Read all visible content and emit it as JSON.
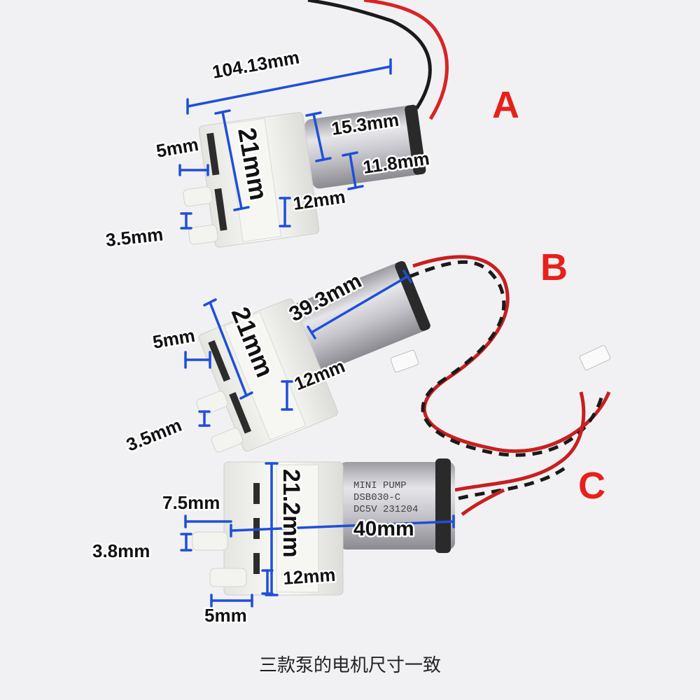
{
  "colors": {
    "dimension_line": "#1e4fd8",
    "label_letter": "#e8201a",
    "background": "#f1f1f3"
  },
  "pumps": {
    "A": {
      "letter": "A",
      "total_length": "104.13mm",
      "height": "21mm",
      "motor_diameter": "15.3mm",
      "motor_flat": "11.8mm",
      "head_width": "12mm",
      "port_length": "5mm",
      "port_diameter": "3.5mm"
    },
    "B": {
      "letter": "B",
      "motor_length": "39.3mm",
      "height": "21mm",
      "head_width": "12mm",
      "port_length": "5mm",
      "port_diameter": "3.5mm"
    },
    "C": {
      "letter": "C",
      "height": "21.2mm",
      "motor_length": "40mm",
      "head_width": "12mm",
      "port_length_upper": "7.5mm",
      "port_diameter": "3.8mm",
      "port_length_lower": "5mm",
      "motor_label": [
        "MINI PUMP",
        "DSB030-C",
        "DC5V 231204"
      ]
    }
  },
  "caption": "三款泵的电机尺寸一致"
}
